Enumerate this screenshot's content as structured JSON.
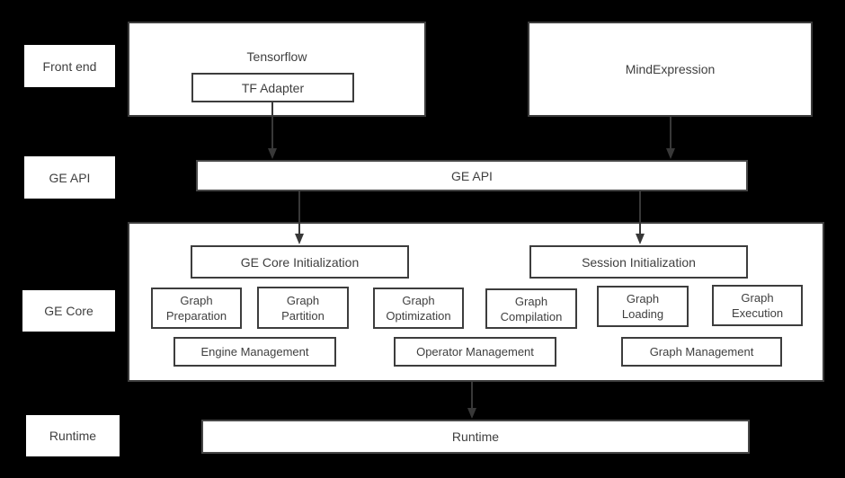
{
  "colors": {
    "background": "#000000",
    "box_fill": "#ffffff",
    "border": "#3d3d3d",
    "text": "#3f3f3f",
    "arrow": "#383838"
  },
  "row_labels": [
    {
      "label": "Front end"
    },
    {
      "label": "GE API"
    },
    {
      "label": "GE Core"
    },
    {
      "label": "Runtime"
    }
  ],
  "front_end": {
    "tensorflow_title": "Tensorflow",
    "tf_adapter": "TF Adapter",
    "mindexpression": "MindExpression"
  },
  "ge_api": {
    "label": "GE API"
  },
  "ge_core": {
    "ge_core_initialization": "GE Core Initialization",
    "session_initialization": "Session Initialization",
    "modules": [
      "Graph\nPreparation",
      "Graph\nPartition",
      "Graph\nOptimization",
      "Graph\nCompilation",
      "Graph\nLoading",
      "Graph\nExecution"
    ],
    "management": [
      "Engine Management",
      "Operator Management",
      "Graph Management"
    ]
  },
  "runtime": {
    "label": "Runtime"
  }
}
